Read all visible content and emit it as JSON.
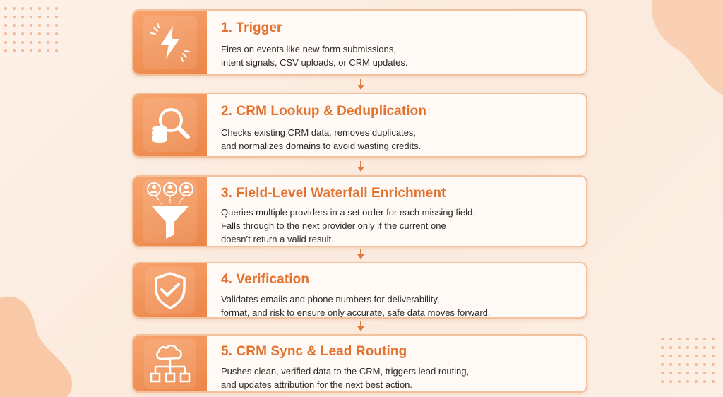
{
  "colors": {
    "accent": "#e2722e",
    "icon_bg": "#ef8b4f",
    "card_border": "#f2c29f",
    "background": "#fdf1e8"
  },
  "steps": [
    {
      "title": "1. Trigger",
      "icon": "lightning-bolt-icon",
      "lines": [
        "Fires on events like new form submissions,",
        "intent signals, CSV uploads, or CRM updates."
      ]
    },
    {
      "title": "2. CRM Lookup & Deduplication",
      "icon": "database-search-icon",
      "lines": [
        "Checks existing CRM data, removes duplicates,",
        "and normalizes domains to avoid wasting credits."
      ]
    },
    {
      "title": "3. Field-Level Waterfall Enrichment",
      "icon": "funnel-people-icon",
      "lines": [
        "Queries multiple providers in a set order for each missing field.",
        "Falls through to the next provider only if the current one",
        "doesn’t return a valid result."
      ]
    },
    {
      "title": "4. Verification",
      "icon": "shield-check-icon",
      "lines": [
        "Validates emails and phone numbers for deliverability,",
        "format, and risk to ensure only accurate, safe data moves forward."
      ]
    },
    {
      "title": "5. CRM Sync & Lead Routing",
      "icon": "cloud-network-icon",
      "lines": [
        "Pushes clean, verified data to the CRM, triggers lead routing,",
        "and updates attribution for the next best action."
      ]
    }
  ]
}
